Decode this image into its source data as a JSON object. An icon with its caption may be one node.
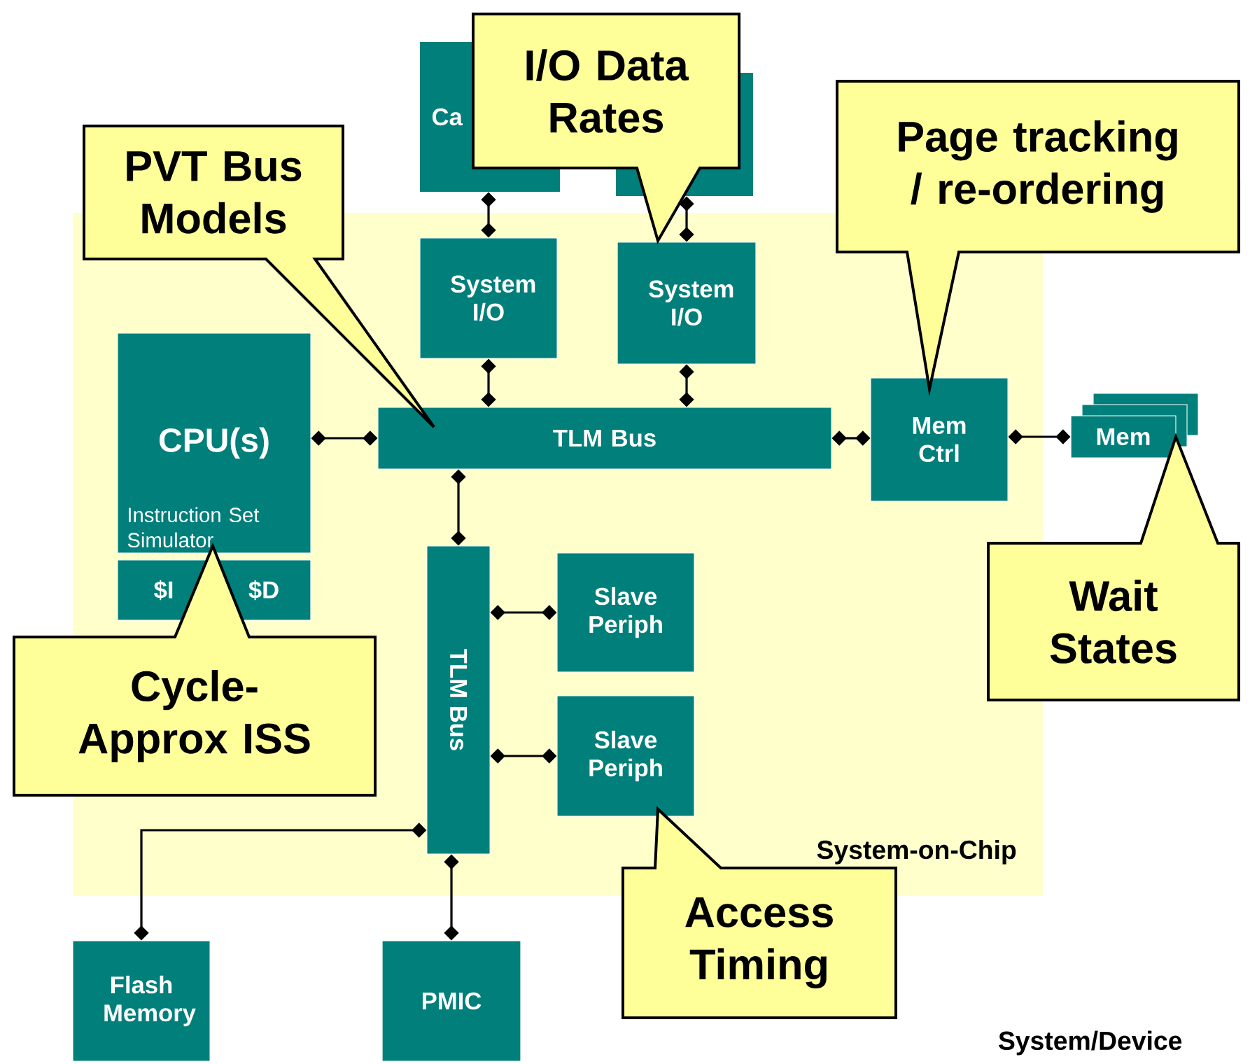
{
  "diagram": {
    "nodes": [
      {
        "text": [
          "System-on-Chip"
        ]
      },
      {
        "text": [
          "Ca"
        ]
      },
      {
        "text": [],
        "shape": "box"
      },
      {
        "text": [
          "System I/O"
        ],
        "in": 0
      },
      {
        "text": [
          "System I/O"
        ],
        "in": 0
      },
      {
        "text": [
          "CPU(s)",
          "Instruction Set Simulator"
        ],
        "in": 0
      },
      {
        "text": [
          "$I"
        ],
        "in": 0
      },
      {
        "text": [
          "$D"
        ],
        "in": 0
      },
      {
        "text": [
          "TLM Bus"
        ],
        "in": 0
      },
      {
        "text": [
          "Mem Ctrl"
        ],
        "in": 0
      },
      {
        "text": [
          "Mem"
        ]
      },
      {
        "text": [
          "TLM Bus"
        ],
        "in": 0
      },
      {
        "text": [
          "Slave Periph"
        ],
        "in": 0
      },
      {
        "text": [
          "Slave Periph"
        ],
        "in": 0
      },
      {
        "text": [
          "Flash Memory"
        ]
      },
      {
        "text": [
          "PMIC"
        ]
      },
      {
        "text": [
          "PVT Bus Models"
        ]
      },
      {
        "text": [
          "I/O Data Rates"
        ]
      },
      {
        "text": [
          "Page tracking / re-ordering"
        ]
      },
      {
        "text": [
          "Wait States"
        ]
      },
      {
        "text": [
          "Cycle-Approx ISS"
        ]
      },
      {
        "text": [
          "Access Timing"
        ]
      }
    ],
    "edges": [
      {
        "from": 1,
        "to": 3,
        "arrow": "other"
      },
      {
        "from": 2,
        "to": 4,
        "arrow": "other"
      },
      {
        "from": 3,
        "to": 8,
        "arrow": "other"
      },
      {
        "from": 4,
        "to": 8,
        "arrow": "other"
      },
      {
        "from": 5,
        "to": 8,
        "arrow": "other"
      },
      {
        "from": 8,
        "to": 9,
        "arrow": "other"
      },
      {
        "from": 9,
        "to": 10,
        "arrow": "other"
      },
      {
        "from": 8,
        "to": 11,
        "arrow": "other"
      },
      {
        "from": 11,
        "to": 12,
        "arrow": "other"
      },
      {
        "from": 11,
        "to": 13,
        "arrow": "other"
      },
      {
        "from": 11,
        "to": 14,
        "arrow": "other"
      },
      {
        "from": 11,
        "to": 15,
        "arrow": "other"
      }
    ],
    "labels": [
      "System/Device"
    ]
  }
}
